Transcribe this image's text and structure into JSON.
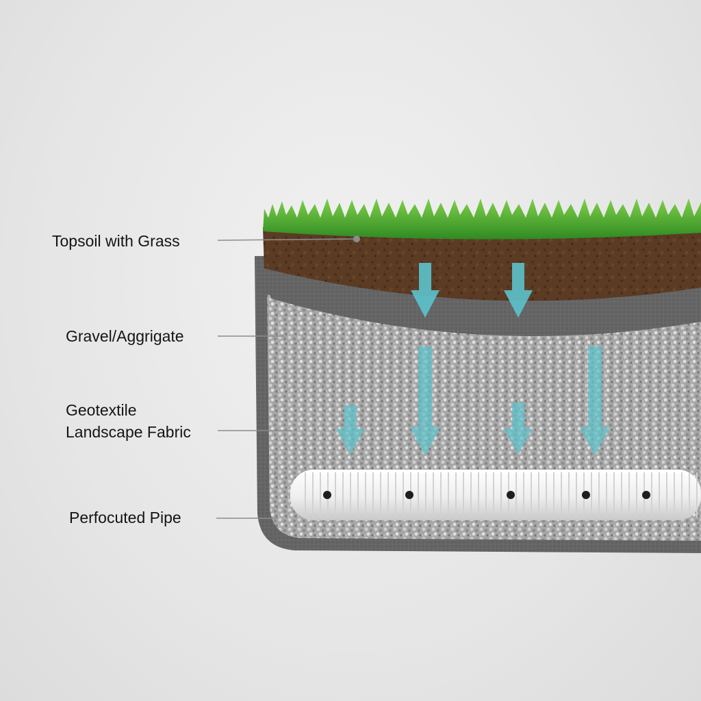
{
  "labels": {
    "topsoil": "Topsoil with Grass",
    "gravel": "Gravel/Aggrigate",
    "geotextile_line1": "Geotextile",
    "geotextile_line2": "Landscape Fabric",
    "pipe": "Perfocuted Pipe"
  },
  "colors": {
    "grass": "#3f9a2b",
    "soil": "#5a3a22",
    "fabric": "#5f5f60",
    "gravel": "#a9a9a9",
    "water_arrow": "#5cc3cc",
    "pipe": "#f4f4f4"
  }
}
